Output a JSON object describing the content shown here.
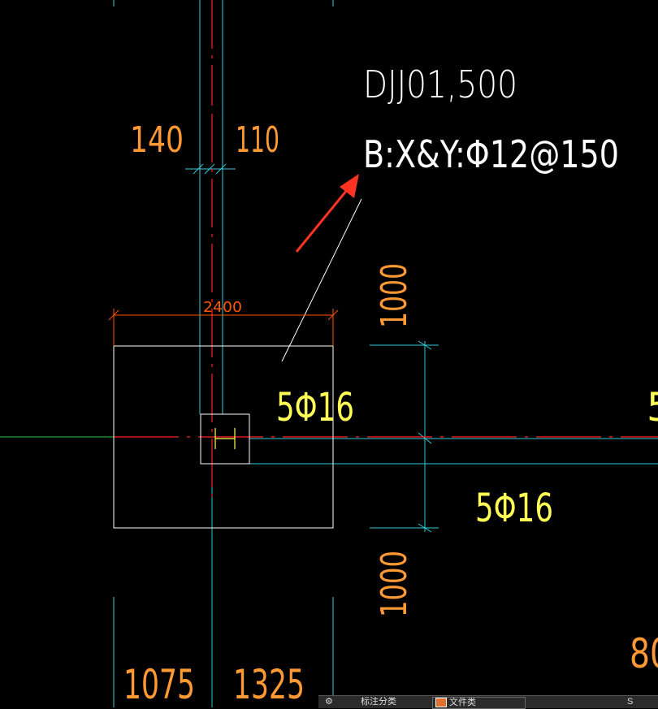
{
  "drawing": {
    "footing_label": "DJJ01,500",
    "footing_rebar": "B:X&Y:Φ12@150",
    "dim_left_top": "140",
    "dim_right_top": "110",
    "dim_width": "2400",
    "dim_upper_vertical": "1000",
    "dim_lower_vertical": "1000",
    "beam_rebar_upper": "5Φ16",
    "beam_rebar_lower": "5Φ16",
    "dim_left_bottom": "1075",
    "dim_right_bottom": "1325",
    "partial_text_right": "5",
    "partial_text_bottom_right": "80"
  },
  "colors": {
    "dimension": "#ff9933",
    "dim_line": "#ff5500",
    "text_white": "#ffffff",
    "rebar_yellow": "#ffff55",
    "axis_cyan": "#33ccdd",
    "center_red": "#ff2222",
    "axis_green": "#22cc44",
    "arrow": "#ff3322"
  },
  "statusbar": {
    "item1_label": "标注分类",
    "item2_label": "文件类",
    "item3_label": "S"
  }
}
